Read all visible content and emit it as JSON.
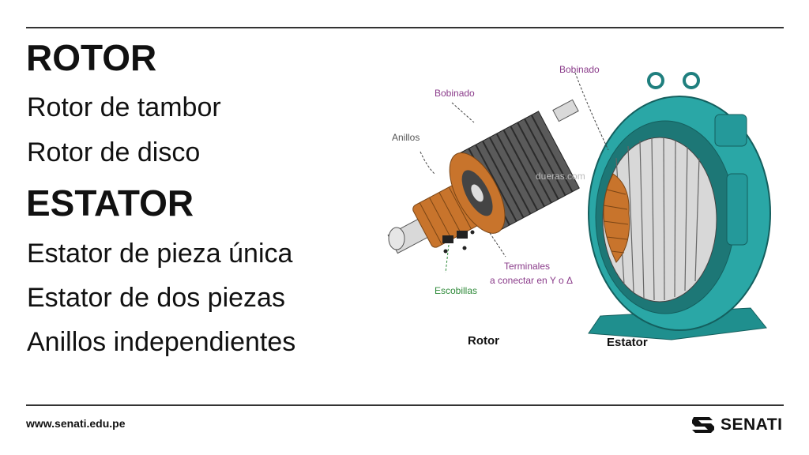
{
  "slide": {
    "heading_rotor": "ROTOR",
    "rotor_items": [
      "Rotor de tambor",
      "Rotor de disco"
    ],
    "heading_estator": "ESTATOR",
    "estator_items": [
      "Estator de pieza única",
      "Estator de dos piezas",
      "Anillos independientes"
    ]
  },
  "illustration": {
    "labels": {
      "bobinado_rotor": "Bobinado",
      "anillos": "Anillos",
      "escobillas": "Escobillas",
      "terminales_1": "Terminales",
      "terminales_2": "a conectar en Y o Δ",
      "watermark": "dueras.com",
      "bobinado_estator": "Bobinado",
      "caption_rotor": "Rotor",
      "caption_estator": "Estator"
    }
  },
  "footer": {
    "url": "www.senati.edu.pe",
    "logo_text": "SENATI"
  },
  "colors": {
    "stator_teal": "#2aa7a6",
    "winding_copper": "#c8742c",
    "label_purple": "#8a3b8a",
    "label_green": "#2f8a3a"
  }
}
